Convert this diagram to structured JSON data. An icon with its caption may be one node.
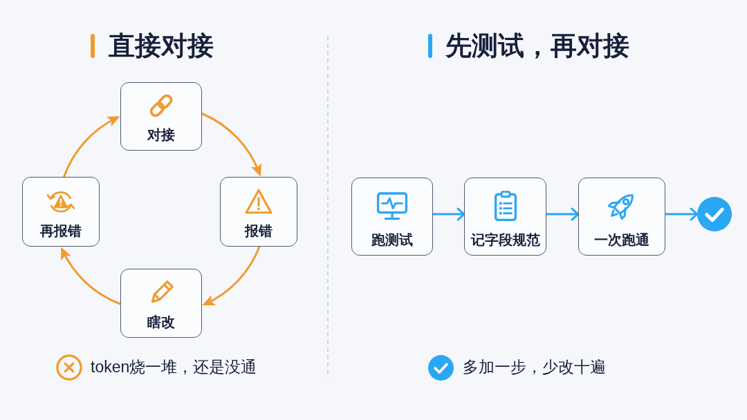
{
  "diagram": {
    "nodes": [
      {
        "text": [
          "对接"
        ]
      },
      {
        "text": [
          "报错"
        ]
      },
      {
        "text": [
          "瞎改"
        ]
      },
      {
        "text": [
          "再报错"
        ]
      },
      {
        "text": [
          "跑测试"
        ]
      },
      {
        "text": [
          "记字段规范"
        ]
      },
      {
        "text": [
          "一次跑通"
        ]
      },
      {
        "text": [],
        "shape": "circle"
      }
    ],
    "edges": [
      {
        "from": 0,
        "to": 1,
        "arrow": "to"
      },
      {
        "from": 1,
        "to": 2,
        "arrow": "to"
      },
      {
        "from": 2,
        "to": 3,
        "arrow": "to"
      },
      {
        "from": 3,
        "to": 0,
        "arrow": "to"
      },
      {
        "from": 4,
        "to": 5,
        "arrow": "to",
        "color": "#2ba6f3"
      },
      {
        "from": 5,
        "to": 6,
        "arrow": "to",
        "color": "#2ba6f3"
      },
      {
        "from": 6,
        "to": 7,
        "arrow": "to",
        "color": "#2ba6f3"
      }
    ],
    "labels": [
      "直接对接",
      "先测试，再对接",
      "token烧一堆，还是没通",
      "多加一步，少改十遍"
    ]
  }
}
